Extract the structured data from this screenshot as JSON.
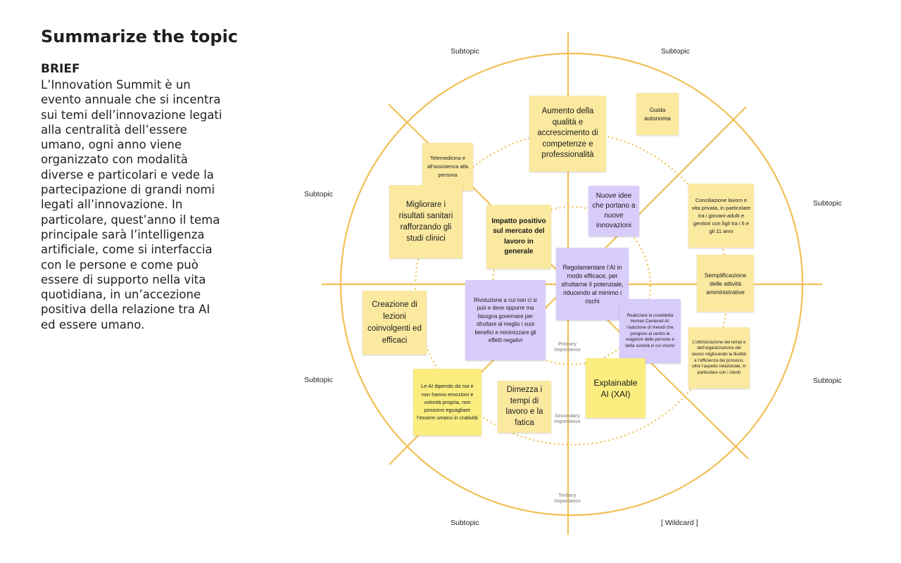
{
  "header": {
    "title": "Summarize the topic",
    "brief_label": "BRIEF",
    "brief_text": "L’Innovation Summit è un evento annuale che si incentra sui temi dell’innovazione legati alla centralità dell’essere umano, ogni anno viene organizzato con modalità diverse e particolari e vede la partecipazione di grandi nomi legati all’innovazione. In particolare, quest’anno il tema principale sarà l’intelligenza artificiale, come si interfaccia con le persone e come può essere di supporto nella vita quotidiana, in un’accezione positiva della relazione tra AI ed essere umano."
  },
  "colors": {
    "ring": "#f2bf55",
    "note_yellow": "#fbe9a0",
    "note_bright_yellow": "#fbed80",
    "note_purple": "#d8ccfb"
  },
  "subtopics": [
    "Subtopic",
    "Subtopic",
    "Subtopic",
    "Subtopic",
    "Subtopic",
    "Subtopic",
    "Subtopic",
    "[ Wildcard ]"
  ],
  "rings": {
    "primary": "Primary importance",
    "secondary": "Secondary importance",
    "tertiary": "Tertiary importance"
  },
  "notes": {
    "aumento": "Aumento della qualità e accrescimento di competenze e professionalità",
    "guida": "Guida autonoma",
    "telemedicina": "Telemedicina e all’assistenza alla persona",
    "migliorare": "Migliorare i risultati sanitari rafforzando gli studi clinici",
    "impatto": "Impatto positivo sul mercato del lavoro in generale",
    "nuove_idee": "Nuove idee che portano a nuove innovazioni",
    "conciliazione": "Conciliazione lavoro e vita privata, in particolare tra i giovani-adulti e genitori con figli tra i 6 e gli 11 anni",
    "regolamentare": "Regolamentare l’AI in modo efficace, per sfruttarne il potenziale, riducendo al minimo i rischi",
    "semplificazione": "Semplificazione delle attività amministrative",
    "rivoluzione": "Rivoluzione a cui non ci si può e deve opporre ma bisogna governare per sfruttare al meglio i suoi benefici e minimizzare gli effetti negativi",
    "creazione": "Creazione di lezioni coinvolgenti ed efficaci",
    "human_centered": "Realizzare la cosiddetta Human Centered AI: l’adozione di metodi che pongono al centro le esigenze delle persone e della società in cui vivono",
    "ottimizzazione": "L’ottimizzazione dei tempi e dell’organizzazione del lavoro migliorando la fluidità e l’efficienza dei processi, oltre l’aspetto relazionale, in particolare con i clienti",
    "le_ai": "Le AI dipendo da noi e non hanno emozioni e volontà propria, non possono eguagliare l’essere umano in cratività",
    "dimezza": "Dimezza i tempi di lavoro e la fatica",
    "explainable": "Explainable AI (XAI)"
  }
}
